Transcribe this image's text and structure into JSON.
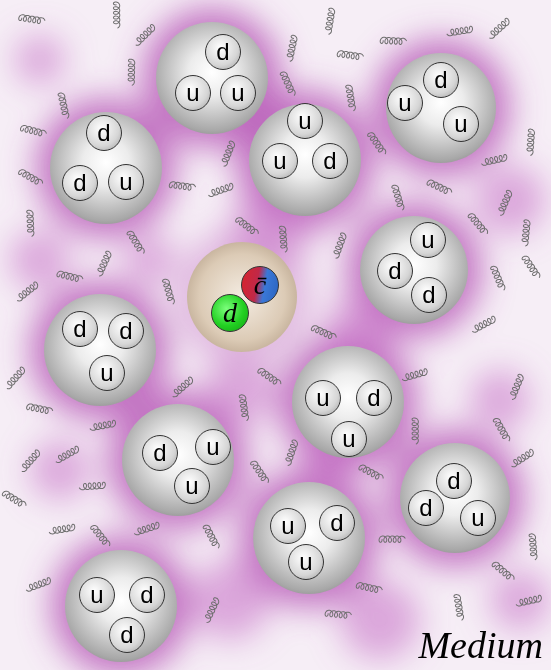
{
  "diagram": {
    "nodes": [
      {
        "text": []
      },
      {
        "text": [
          "d"
        ],
        "in": 0
      },
      {
        "text": [
          "u"
        ],
        "in": 0
      },
      {
        "text": [
          "u"
        ],
        "in": 0
      },
      {
        "text": []
      },
      {
        "text": [
          "d"
        ],
        "in": 4
      },
      {
        "text": [
          "u"
        ],
        "in": 4
      },
      {
        "text": [
          "u"
        ],
        "in": 4
      },
      {
        "text": []
      },
      {
        "text": [
          "u"
        ],
        "in": 8
      },
      {
        "text": [
          "u"
        ],
        "in": 8
      },
      {
        "text": [
          "d"
        ],
        "in": 8
      },
      {
        "text": []
      },
      {
        "text": [
          "d"
        ],
        "in": 12
      },
      {
        "text": [
          "d"
        ],
        "in": 12
      },
      {
        "text": [
          "u"
        ],
        "in": 12
      },
      {
        "text": []
      },
      {
        "text": [
          "u"
        ],
        "in": 16
      },
      {
        "text": [
          "d"
        ],
        "in": 16
      },
      {
        "text": [
          "d"
        ],
        "in": 16
      },
      {
        "text": []
      },
      {
        "text": [
          "c̄"
        ],
        "in": 20
      },
      {
        "text": [
          "d"
        ],
        "in": 20
      },
      {
        "text": []
      },
      {
        "text": [
          "d"
        ],
        "in": 23
      },
      {
        "text": [
          "d"
        ],
        "in": 23
      },
      {
        "text": [
          "u"
        ],
        "in": 23
      },
      {
        "text": []
      },
      {
        "text": [
          "u"
        ],
        "in": 27
      },
      {
        "text": [
          "d"
        ],
        "in": 27
      },
      {
        "text": [
          "u"
        ],
        "in": 27
      },
      {
        "text": []
      },
      {
        "text": [
          "d"
        ],
        "in": 31
      },
      {
        "text": [
          "u"
        ],
        "in": 31
      },
      {
        "text": [
          "u"
        ],
        "in": 31
      },
      {
        "text": []
      },
      {
        "text": [
          "d"
        ],
        "in": 35
      },
      {
        "text": [
          "d"
        ],
        "in": 35
      },
      {
        "text": [
          "u"
        ],
        "in": 35
      },
      {
        "text": []
      },
      {
        "text": [
          "u"
        ],
        "in": 39
      },
      {
        "text": [
          "d"
        ],
        "in": 39
      },
      {
        "text": [
          "u"
        ],
        "in": 39
      },
      {
        "text": []
      },
      {
        "text": [
          "u"
        ],
        "in": 43
      },
      {
        "text": [
          "d"
        ],
        "in": 43
      },
      {
        "text": [
          "d"
        ],
        "in": 43
      }
    ],
    "labels": [
      "Medium"
    ]
  }
}
